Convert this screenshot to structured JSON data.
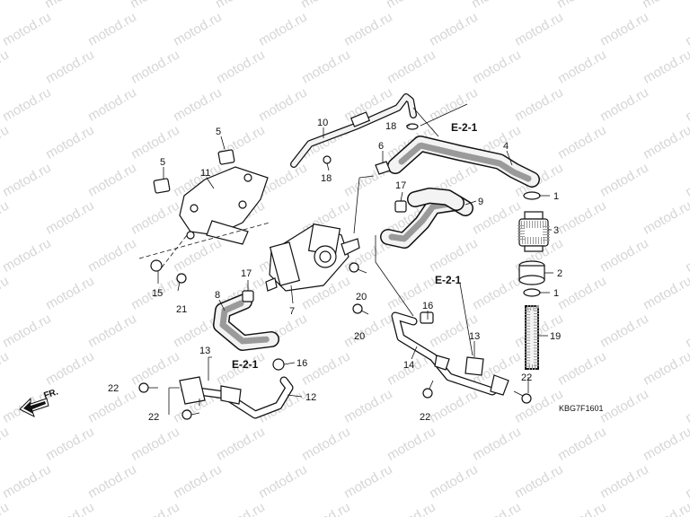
{
  "watermark_text": "motod.ru",
  "diagram_code": "KBG7F1601",
  "front_label": "FR.",
  "ref_labels": [
    "E-2-1",
    "E-2-1",
    "E-2-1"
  ],
  "callouts": [
    "1",
    "1",
    "2",
    "3",
    "4",
    "5",
    "5",
    "6",
    "7",
    "8",
    "9",
    "10",
    "11",
    "12",
    "13",
    "13",
    "14",
    "15",
    "16",
    "16",
    "17",
    "17",
    "18",
    "18",
    "19",
    "20",
    "20",
    "21",
    "22",
    "22",
    "22",
    "22"
  ]
}
